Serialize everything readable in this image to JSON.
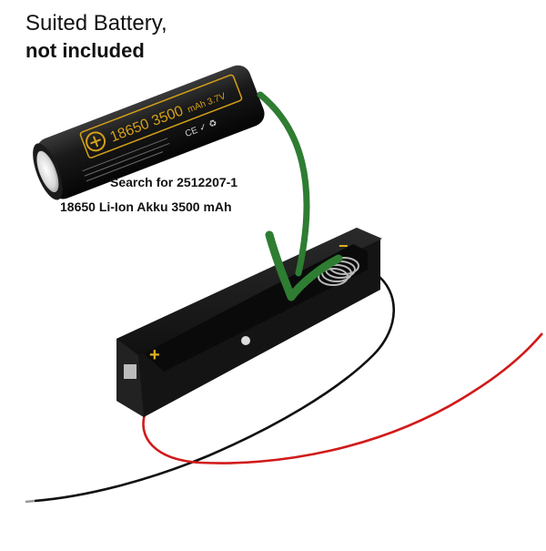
{
  "caption": {
    "line1": "Suited Battery,",
    "line2": "not included"
  },
  "search_note": {
    "line1": "Search for 2512207-1",
    "line2": "18650 Li-Ion Akku 3500 mAh"
  },
  "battery": {
    "model_label": "18650 3500",
    "rating_label": "mAh 3.7V",
    "cert_label": "CE ✓ ♻"
  },
  "holder": {
    "plus_symbol": "+",
    "minus_symbol": "−"
  },
  "colors": {
    "arrow": "#2e7d32",
    "battery_body": "#151515",
    "battery_gold": "#d4a017",
    "holder_body": "#1c1c1c",
    "wire_red": "#d11a1a",
    "wire_black": "#111111",
    "polarity_mark": "#e0b020"
  }
}
